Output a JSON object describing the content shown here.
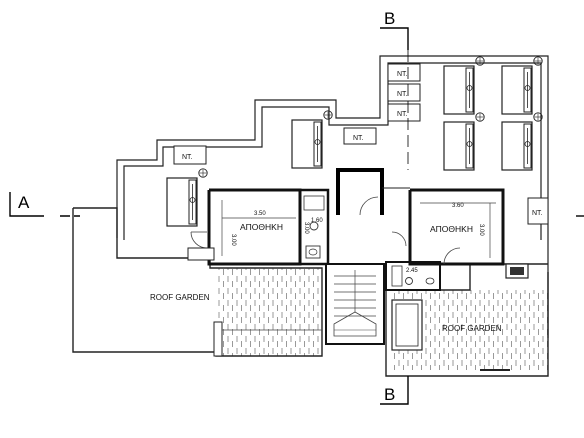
{
  "plan": {
    "section_marks": {
      "a_left": "A",
      "b_top": "B",
      "b_bottom": "B"
    },
    "rooms": {
      "storage_left": "ΑΠΟΘΗΚΗ",
      "storage_right": "ΑΠΟΘΗΚΗ",
      "roof_garden_left": "ROOF GARDEN",
      "roof_garden_right": "ROOF GARDEN"
    },
    "unit_tags": {
      "nt_1": "NT.",
      "nt_2": "NT.",
      "nt_3": "NT.",
      "nt_4": "NT.",
      "nt_5": "NT.",
      "nt_6": "NT."
    },
    "dimensions": {
      "storage_left_width": "3.50",
      "storage_left_height": "3.00",
      "wc_left_width": "1.60",
      "wc_left_height": "3.00",
      "storage_right_width": "3.60",
      "storage_right_height": "3.00",
      "wc_right_width": "2.45"
    }
  }
}
